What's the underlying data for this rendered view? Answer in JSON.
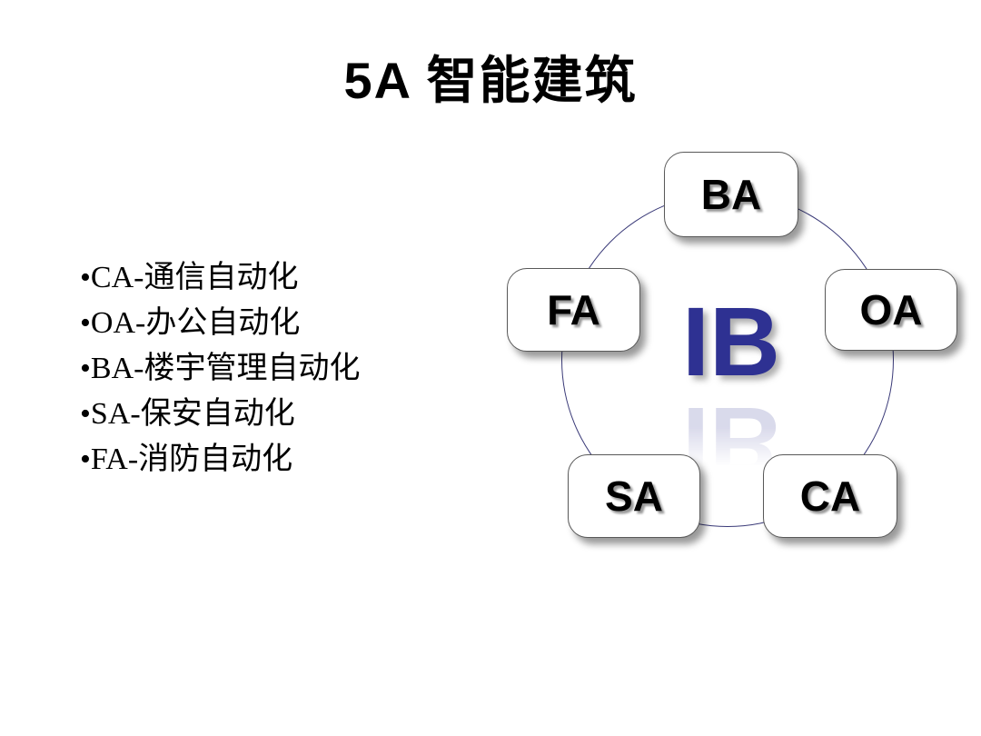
{
  "slide": {
    "title": "5A 智能建筑"
  },
  "bullets": {
    "items": [
      "•CA-通信自动化",
      "•OA-办公自动化",
      "•BA-楼宇管理自动化",
      "•SA-保安自动化",
      "•FA-消防自动化"
    ]
  },
  "diagram": {
    "center_label": "IB",
    "nodes": [
      {
        "label": "BA",
        "position": "top"
      },
      {
        "label": "OA",
        "position": "right"
      },
      {
        "label": "CA",
        "position": "bottom-right"
      },
      {
        "label": "SA",
        "position": "bottom-left"
      },
      {
        "label": "FA",
        "position": "left"
      }
    ],
    "colors": {
      "center_text": "#2e3192",
      "circle_stroke": "#3a3a78",
      "node_border": "#595959",
      "label_text": "#000000",
      "background": "#ffffff"
    }
  }
}
